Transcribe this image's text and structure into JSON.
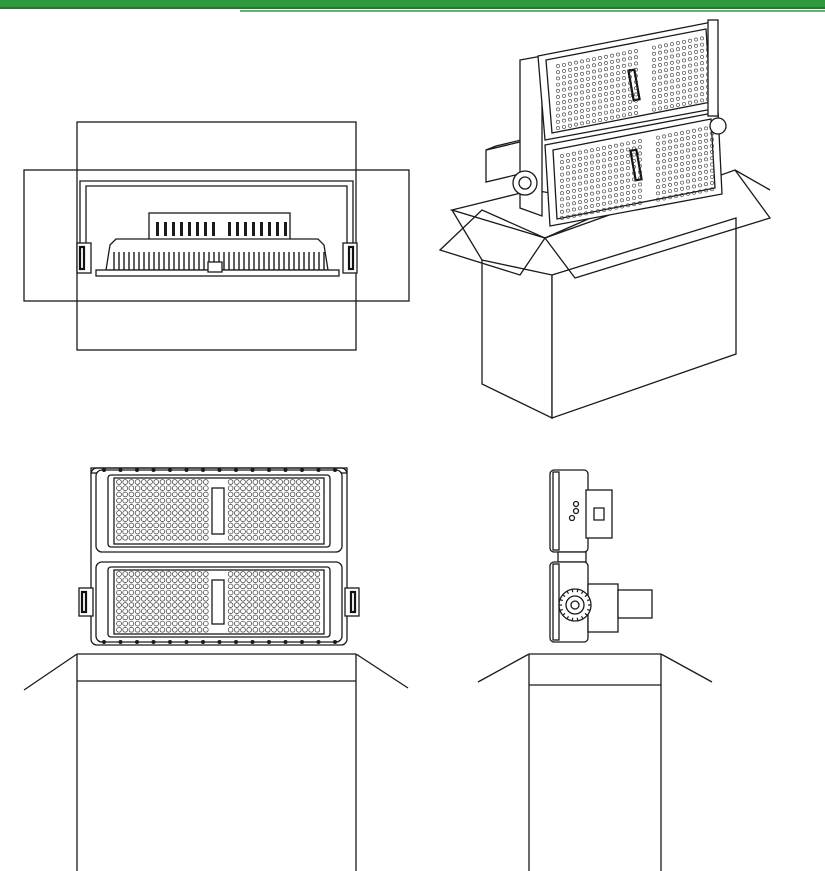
{
  "header": {
    "accent_color": "#2e9a3e",
    "accent_dark": "#1f7a2e"
  },
  "views": [
    {
      "id": "top",
      "icon": "floodlight-top-view-drawing"
    },
    {
      "id": "iso",
      "icon": "floodlight-on-box-isometric-drawing"
    },
    {
      "id": "front",
      "icon": "floodlight-front-view-drawing"
    },
    {
      "id": "side",
      "icon": "floodlight-side-view-drawing"
    }
  ]
}
